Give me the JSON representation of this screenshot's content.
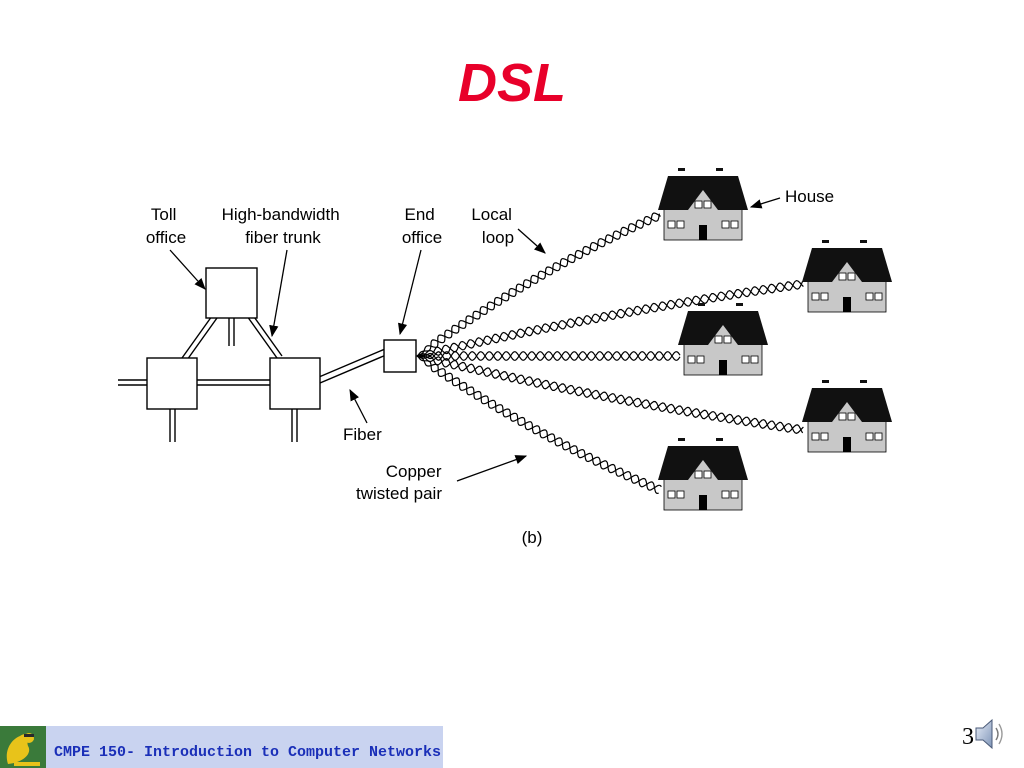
{
  "slide": {
    "title": "DSL",
    "page_number": "3",
    "footer": "CMPE 150- Introduction to Computer Networks"
  },
  "diagram": {
    "caption": "(b)",
    "labels": {
      "toll_office": [
        "Toll",
        "office"
      ],
      "fiber_trunk": [
        "High-bandwidth",
        "fiber trunk"
      ],
      "end_office": [
        "End",
        "office"
      ],
      "local_loop": [
        "Local",
        "loop"
      ],
      "house": "House",
      "fiber": "Fiber",
      "copper": [
        "Copper",
        "twisted pair"
      ]
    }
  },
  "colors": {
    "title": "#e8002a",
    "footer_bar": "#c9d3f0",
    "footer_text": "#1a2fb8",
    "house_roof": "#111111",
    "house_wall": "#c8c8c8"
  },
  "icons": [
    "house-icon",
    "speaker-icon",
    "logo-icon"
  ]
}
